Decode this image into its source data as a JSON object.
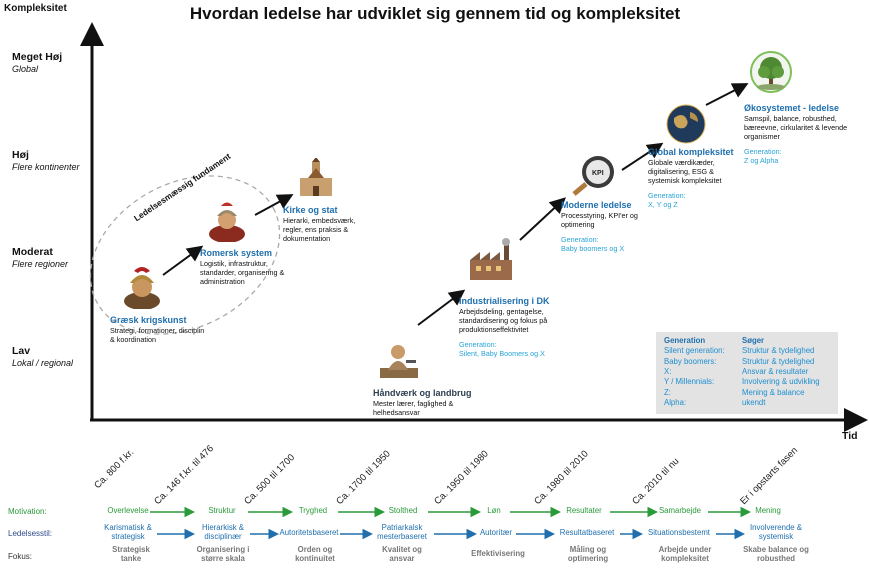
{
  "title": "Hvordan ledelse har udviklet sig gennem tid og kompleksitet",
  "y_axis_label": "Kompleksitet",
  "x_axis_label": "Tid",
  "levels": [
    {
      "label": "Meget Høj",
      "sub": "Global"
    },
    {
      "label": "Høj",
      "sub": "Flere kontinenter"
    },
    {
      "label": "Moderat",
      "sub": "Flere regioner"
    },
    {
      "label": "Lav",
      "sub": "Lokal / regional"
    }
  ],
  "foundation_label": "Ledelsesmæssig fundament",
  "stages": [
    {
      "title": "Græsk krigskunst",
      "desc": "Strategi, formationer, disciplin & koordination",
      "icon": "greek-warrior-icon"
    },
    {
      "title": "Romersk system",
      "desc": "Logistik, infrastruktur, standarder, organisering & administration",
      "icon": "roman-soldier-icon"
    },
    {
      "title": "Kirke og stat",
      "desc": "Hierarki, embedsværk, regler, ens praksis & dokumentation",
      "icon": "church-icon"
    },
    {
      "title": "Håndværk og landbrug",
      "desc": "Mester lærer, faglighed & helhedsansvar",
      "icon": "craftsman-icon"
    },
    {
      "title": "Industrialisering i DK",
      "desc": "Arbejdsdeling, gentagelse, standardisering og fokus på produktionseffektivitet",
      "generation": "Generation:\nSilent, Baby Boomers og X",
      "icon": "factory-icon"
    },
    {
      "title": "Moderne ledelse",
      "desc": "Processtyring, KPI'er og optimering",
      "generation": "Generation:\nBaby boomers og X",
      "icon": "kpi-magnifier-icon"
    },
    {
      "title": "Global kompleksitet",
      "desc": "Globale værdikæder, digitalisering, ESG & systemisk kompleksitet",
      "generation": "Generation:\nX, Y og Z",
      "icon": "globe-icon"
    },
    {
      "title": "Økosystemet - ledelse",
      "desc": "Samspil, balance, robusthed, bæreevne, cirkularitet & levende organismer",
      "generation": "Generation:\nZ og Alpha",
      "icon": "tree-icon"
    }
  ],
  "legend": {
    "header_generation": "Generation",
    "header_seeks": "Søger",
    "rows": [
      {
        "generation": "Silent generation:",
        "seeks": "Struktur & tydelighed"
      },
      {
        "generation": "Baby boomers:",
        "seeks": "Struktur & tydelighed"
      },
      {
        "generation": "X:",
        "seeks": "Ansvar & resultater"
      },
      {
        "generation": "Y / Millennials:",
        "seeks": "Involvering & udvikling"
      },
      {
        "generation": "Z:",
        "seeks": "Mening & balance"
      },
      {
        "generation": "Alpha:",
        "seeks": "ukendt"
      }
    ]
  },
  "periods": [
    "Ca. 800 f.kr.",
    "Ca. 146 f.kr. til 476",
    "Ca. 500 til 1700",
    "Ca. 1700 til 1950",
    "Ca. 1950 til 1980",
    "Ca. 1980 til 2010",
    "Ca. 2010 til nu",
    "Er i opstarts fasen"
  ],
  "rows": {
    "motivation_label": "Motivation:",
    "leadership_label": "Ledelsesstil:",
    "focus_label": "Fokus:",
    "motivation": [
      "Overlevelse",
      "Struktur",
      "Tryghed",
      "Stolthed",
      "Løn",
      "Resultater",
      "Samarbejde",
      "Mening"
    ],
    "leadership": [
      "Karismatisk & strategisk",
      "Hierarkisk & disciplinær",
      "Autoritetsbaseret",
      "Patriarkalsk mesterbaseret",
      "Autoritær",
      "Resultatbaseret",
      "Situationsbestemt",
      "Involverende & systemisk"
    ],
    "focus": [
      "Strategisk tanke",
      "Organisering i større skala",
      "Orden og kontinuitet",
      "Kvalitet og ansvar",
      "Effektivisering",
      "Måling og optimering",
      "Arbejde under kompleksitet",
      "Skabe balance og robusthed"
    ]
  },
  "colors": {
    "motivation": "#2a9a3a",
    "leadership": "#1f6fae",
    "focus": "#777777",
    "stage_title": "#1f6fae",
    "generation": "#2aa3d6",
    "legend_bg": "#e3e3e3"
  }
}
